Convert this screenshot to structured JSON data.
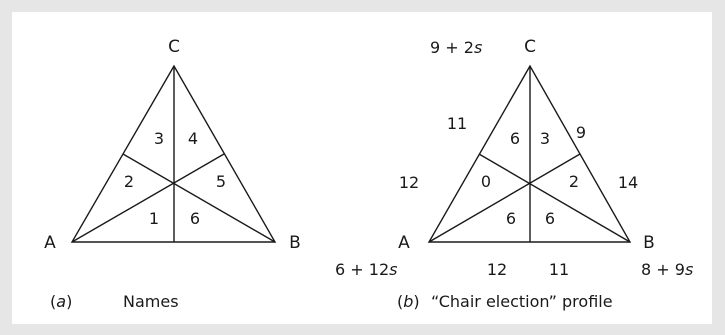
{
  "diagram_a": {
    "vertices": {
      "top": "C",
      "left": "A",
      "right": "B"
    },
    "regions": {
      "top_left": "3",
      "top_right": "4",
      "left_upper": "2",
      "right_upper": "5",
      "bottom_left": "1",
      "bottom_right": "6"
    },
    "caption_letter": "a",
    "caption_text": "Names"
  },
  "diagram_b": {
    "vertices": {
      "top": "C",
      "left": "A",
      "right": "B"
    },
    "regions": {
      "top_left": "6",
      "top_right": "3",
      "left_upper": "0",
      "right_upper": "2",
      "bottom_left": "6",
      "bottom_right": "6"
    },
    "edge_labels": {
      "left_upper": "11",
      "left_lower": "12",
      "right_upper": "9",
      "right_lower": "14",
      "bottom_left": "12",
      "bottom_right": "11"
    },
    "vertex_totals": {
      "C": "9 + 2s",
      "A": "6 + 12s",
      "B": "8 + 9s"
    },
    "caption_letter": "b",
    "caption_text": "“Chair election” profile"
  }
}
